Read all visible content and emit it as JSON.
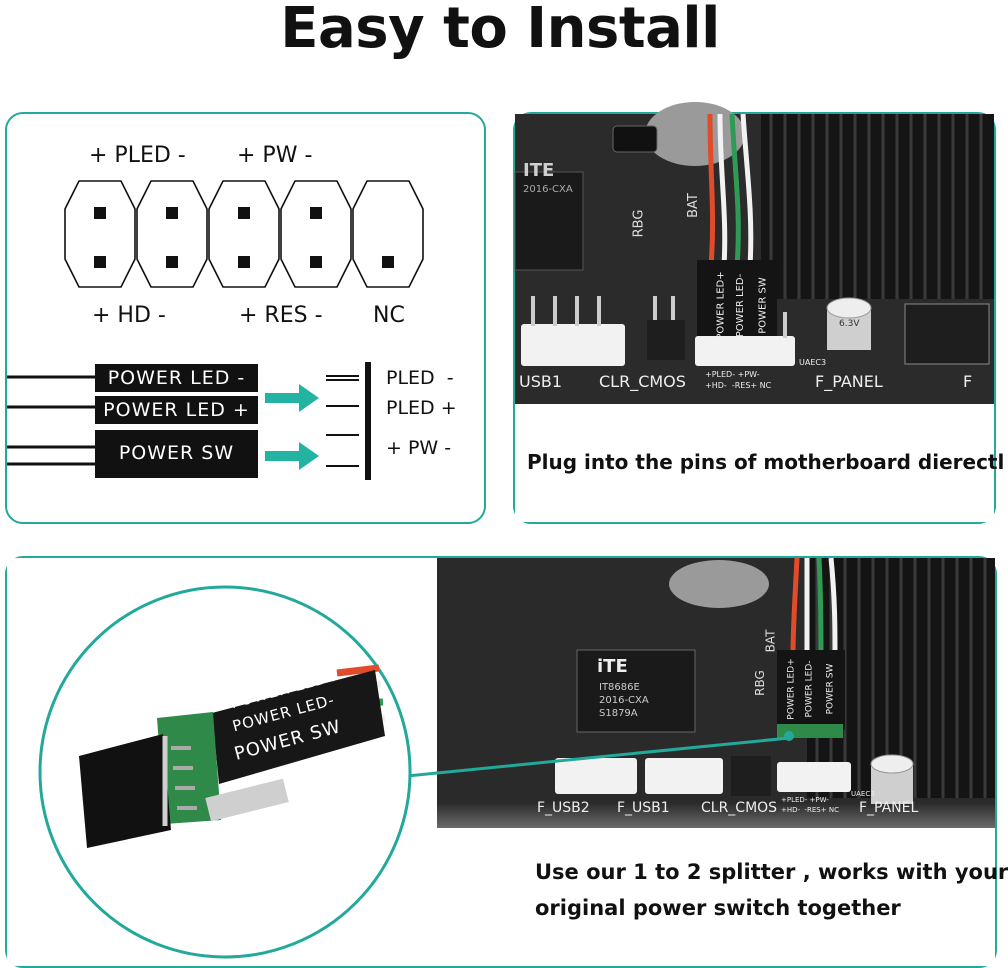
{
  "title": "Easy to Install",
  "pin_diagram": {
    "top_labels": [
      "+ PLED -",
      "+ PW -"
    ],
    "bottom_labels": [
      "+ HD -",
      "+ RES -",
      "NC"
    ],
    "wire_labels": [
      "POWER LED -",
      "POWER LED +",
      "POWER SW"
    ],
    "header_labels": [
      "PLED  -",
      "PLED +",
      "+ PW -"
    ]
  },
  "motherboard_photo": {
    "caption": "Plug into the pins of motherboard dierectl",
    "board_labels": {
      "usb": "USB1",
      "clr_cmos": "CLR_CMOS",
      "f_panel": "F_PANEL",
      "f": "F",
      "rbg": "RBG",
      "bat": "BAT",
      "chip": "ITE",
      "chip_sub": "2016-CXA",
      "header_row1": "+PLED- +PW-",
      "header_row2": "+HD-  -RES+ NC",
      "cap": "6.3V",
      "uaec": "UAEC3"
    },
    "connector_labels": [
      "POWER LED+",
      "POWER LED-",
      "POWER SW"
    ]
  },
  "splitter_photo": {
    "caption_line1": "Use our 1 to 2 splitter , works with your",
    "caption_line2": "original power switch together",
    "zoom_labels": [
      "POWER LED+",
      "POWER LED-",
      "POWER SW"
    ],
    "board_labels": {
      "chip": "iTE",
      "chip_model": "IT8686E",
      "chip_sub": "2016-CXA",
      "chip_lot": "S1879A",
      "f_usb2": "F_USB2",
      "f_usb1": "F_USB1",
      "clr_cmos": "CLR_CMOS",
      "f_panel": "F_PANEL",
      "rbg": "RBG",
      "bat": "BAT",
      "header_row1": "+PLED- +PW-",
      "header_row2": "+HD-  -RES+ NC",
      "uaec": "UAEC3"
    },
    "connector_labels": [
      "POWER LED+",
      "POWER LED-",
      "POWER SW"
    ]
  },
  "colors": {
    "accent": "#22a99b",
    "board": "#2b2b2b",
    "heatsink": "#1c1c1c",
    "wire_red": "#e04b2a",
    "wire_green": "#2f9a55"
  }
}
